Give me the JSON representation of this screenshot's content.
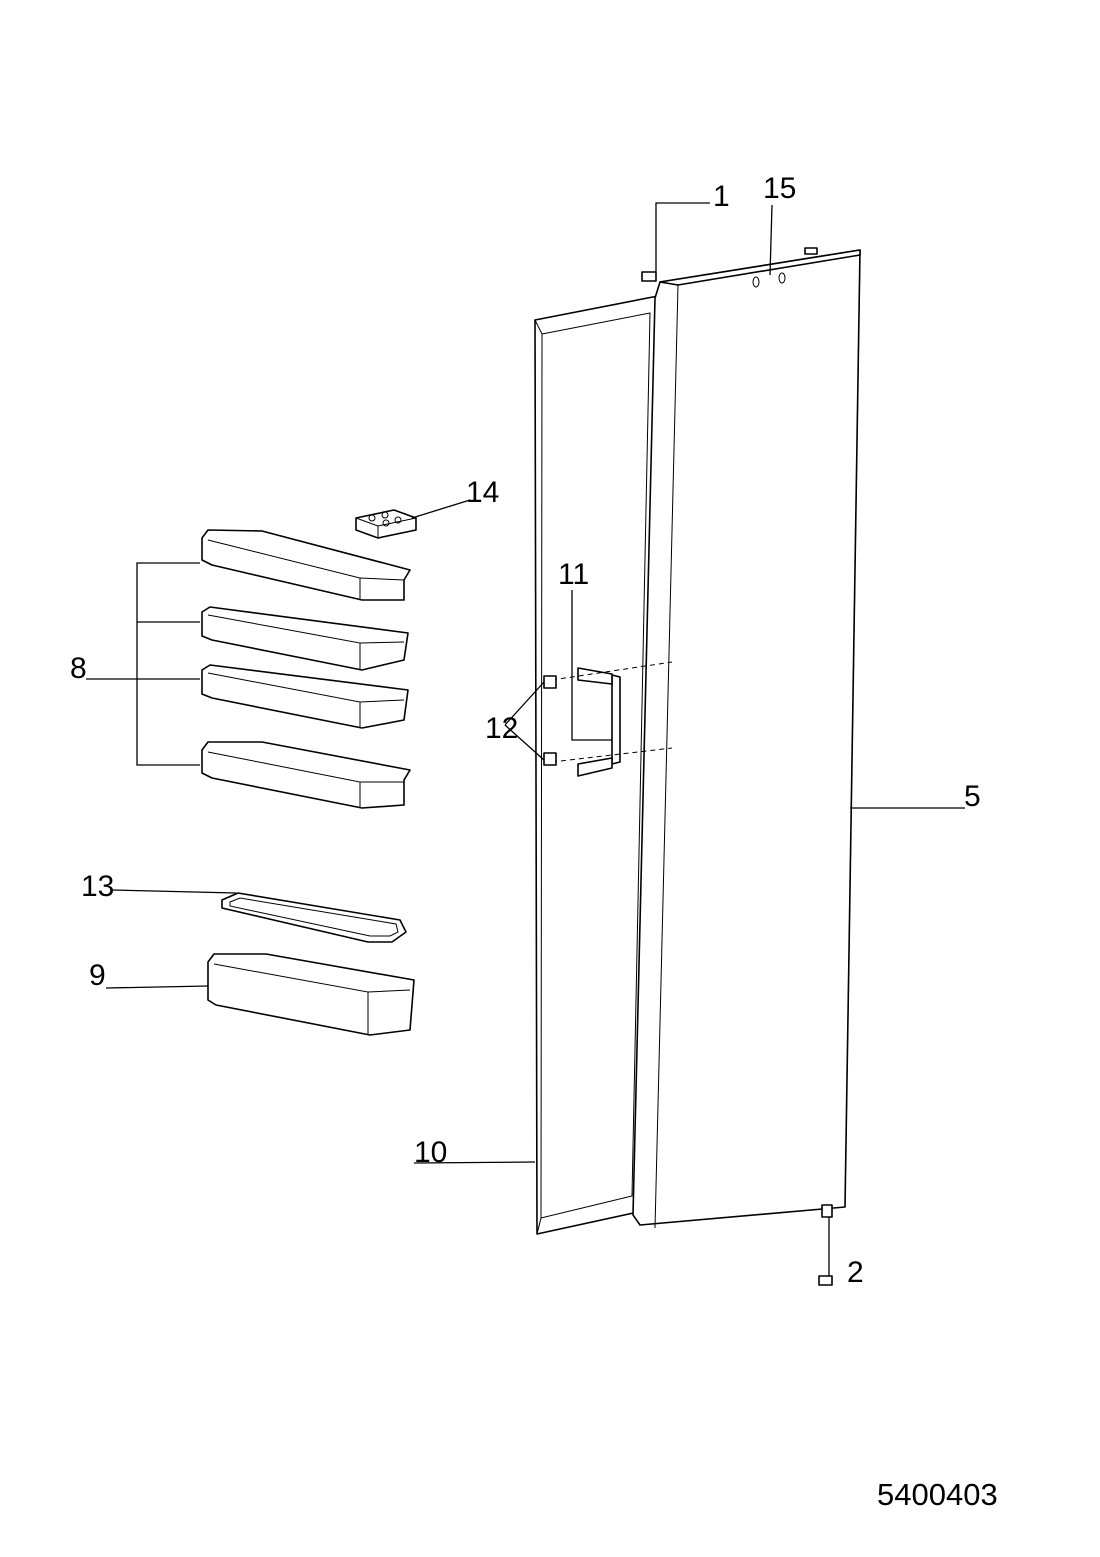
{
  "diagram": {
    "callouts": {
      "c1": "1",
      "c2": "2",
      "c5": "5",
      "c8": "8",
      "c9": "9",
      "c10": "10",
      "c11": "11",
      "c12": "12",
      "c13": "13",
      "c14": "14",
      "c15": "15"
    },
    "document_number": "5400403"
  }
}
